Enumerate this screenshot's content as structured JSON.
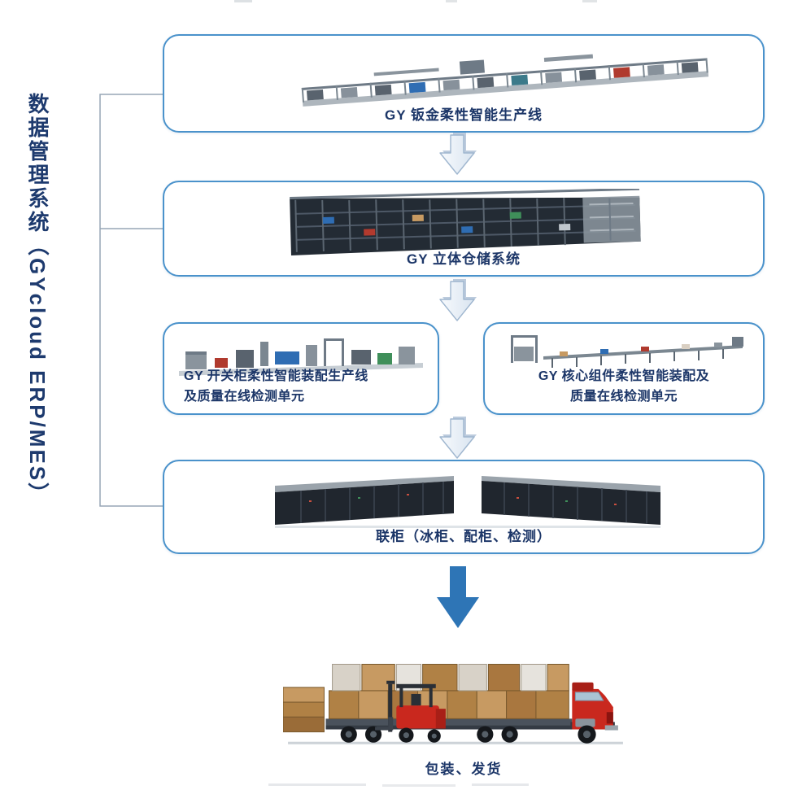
{
  "palette": {
    "box_border": "#4a92cb",
    "caption_text": "#1c3668",
    "sidebar_text": "#1d3a6e",
    "solid_arrow": "#2e75b6",
    "flow_arrow_edge": "#9fb6cf",
    "connector_line": "#97a6b6"
  },
  "sidebar": {
    "label": "数据管理系统（GYcloud ERP/MES）"
  },
  "stages": [
    {
      "id": "sheet-metal-line",
      "label": "GY 钣金柔性智能生产线"
    },
    {
      "id": "warehouse",
      "label": "GY 立体仓储系统"
    },
    {
      "id": "switchgear-assembly",
      "label_line1": "GY 开关柜柔性智能装配生产线",
      "label_line2": "及质量在线检测单元"
    },
    {
      "id": "core-component-assembly",
      "label_line1": "GY 核心组件柔性智能装配及",
      "label_line2": "质量在线检测单元"
    },
    {
      "id": "combined-cabinets",
      "label": "联柜（冰柜、配柜、检测）"
    },
    {
      "id": "packing-shipping",
      "label": "包装、发货"
    }
  ]
}
